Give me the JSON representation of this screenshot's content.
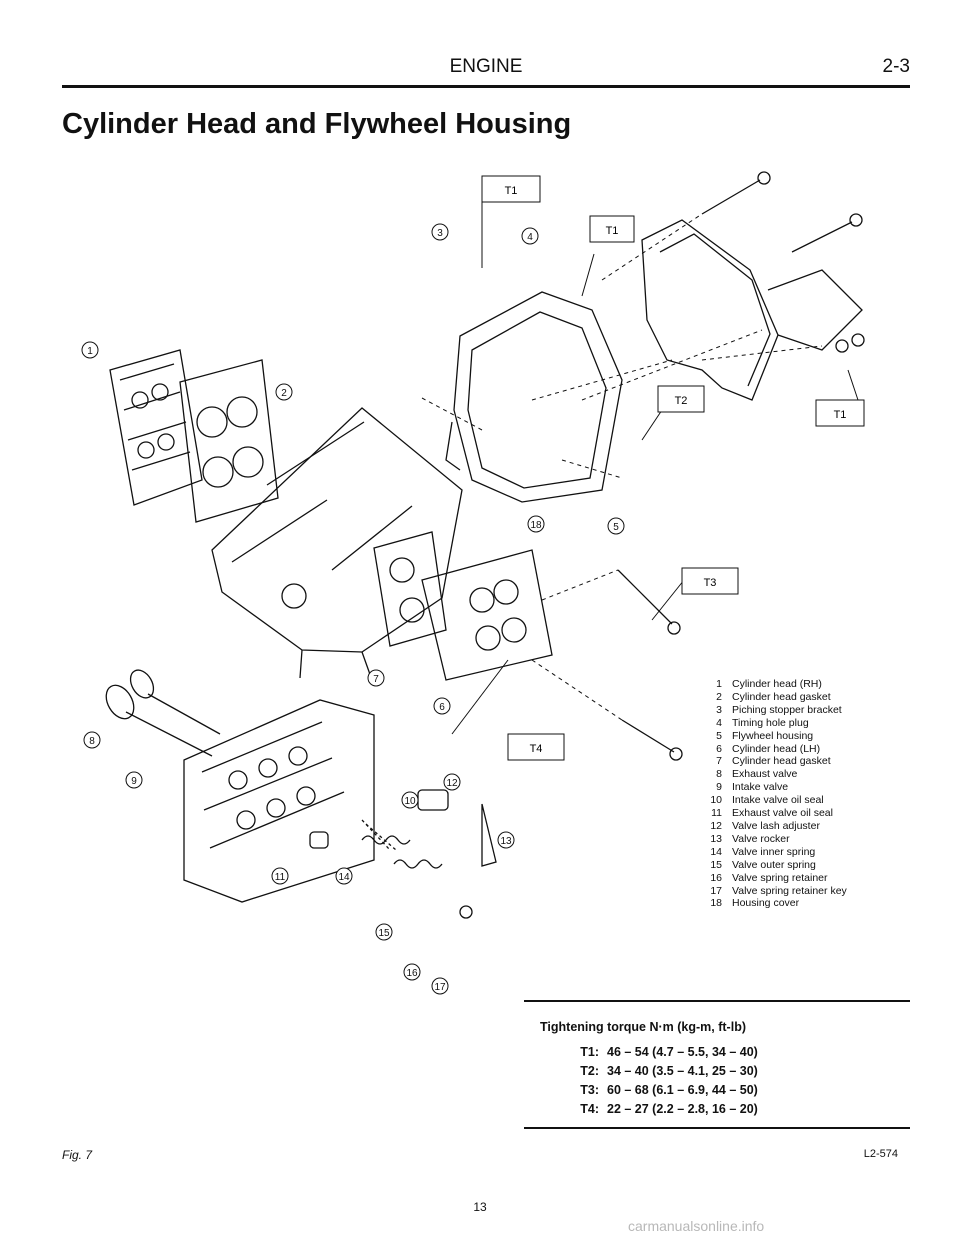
{
  "header": {
    "section": "ENGINE",
    "page_ref": "2-3"
  },
  "page_title": "Cylinder Head and Flywheel Housing",
  "callouts": [
    "1",
    "2",
    "3",
    "4",
    "5",
    "6",
    "7",
    "8",
    "9",
    "10",
    "11",
    "12",
    "13",
    "14",
    "15",
    "16",
    "17",
    "18"
  ],
  "torque_tags": {
    "t1": "T1",
    "t2": "T2",
    "t3": "T3",
    "t4": "T4"
  },
  "legend": [
    {
      "num": "1",
      "text": "Cylinder head (RH)"
    },
    {
      "num": "2",
      "text": "Cylinder head gasket"
    },
    {
      "num": "3",
      "text": "Piching stopper bracket"
    },
    {
      "num": "4",
      "text": "Timing hole plug"
    },
    {
      "num": "5",
      "text": "Flywheel housing"
    },
    {
      "num": "6",
      "text": "Cylinder head (LH)"
    },
    {
      "num": "7",
      "text": "Cylinder head gasket"
    },
    {
      "num": "8",
      "text": "Exhaust valve"
    },
    {
      "num": "9",
      "text": "Intake valve"
    },
    {
      "num": "10",
      "text": "Intake valve oil seal"
    },
    {
      "num": "11",
      "text": "Exhaust valve oil seal"
    },
    {
      "num": "12",
      "text": "Valve lash adjuster"
    },
    {
      "num": "13",
      "text": "Valve rocker"
    },
    {
      "num": "14",
      "text": "Valve inner spring"
    },
    {
      "num": "15",
      "text": "Valve outer spring"
    },
    {
      "num": "16",
      "text": "Valve spring retainer"
    },
    {
      "num": "17",
      "text": "Valve spring retainer key"
    },
    {
      "num": "18",
      "text": "Housing cover"
    }
  ],
  "torque": {
    "title": "Tightening torque  N·m (kg-m, ft-lb)",
    "rows": [
      {
        "label": "T1:",
        "value": "46 – 54 (4.7 – 5.5, 34 – 40)"
      },
      {
        "label": "T2:",
        "value": "34 – 40 (3.5 – 4.1, 25 – 30)"
      },
      {
        "label": "T3:",
        "value": "60 – 68 (6.1 – 6.9, 44 – 50)"
      },
      {
        "label": "T4:",
        "value": "22 – 27 (2.2 – 2.8, 16 – 20)"
      }
    ]
  },
  "figure_label": "Fig. 7",
  "ref_code": "L2-574",
  "page_number": "13",
  "watermark": "carmanualsonline.info"
}
